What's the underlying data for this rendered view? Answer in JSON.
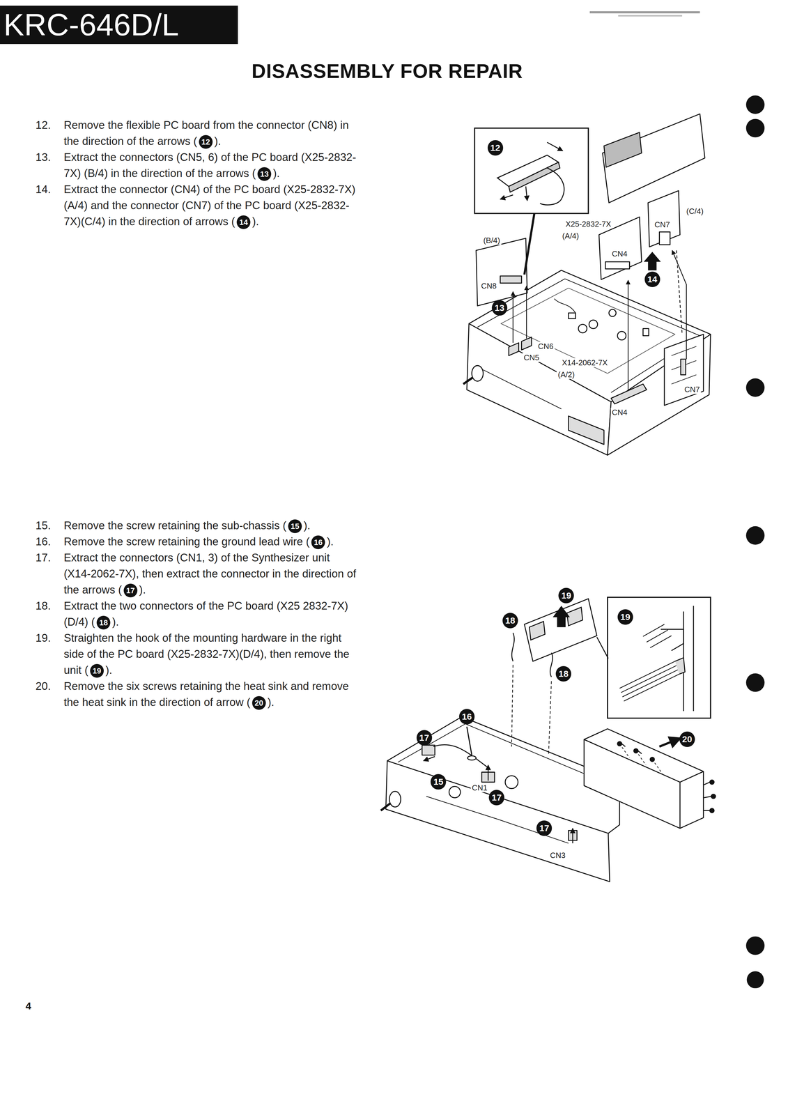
{
  "diagram": {
    "title": "DISASSEMBLY FOR REPAIR",
    "nodes": [
      {
        "text": [
          "KRC-646D/L"
        ]
      }
    ],
    "labels": [
      "12.",
      "Remove the flexible PC board from the connector (CN8) in the direction of the arrows (",
      "12",
      ").",
      "13.",
      "Extract the connectors (CN5, 6) of the PC board (X25-2832-7X) (B/4) in the direction of the arrows (",
      "13",
      ").",
      "14.",
      "Extract the connector (CN4) of the PC board (X25-2832-7X)(A/4) and the connector (CN7) of the PC board (X25-2832-7X)(C/4) in the direction of arrows (",
      "14",
      ").",
      "15.",
      "Remove the screw retaining the sub-chassis (",
      "15",
      ").",
      "16.",
      "Remove the screw retaining the ground lead wire (",
      "16",
      ").",
      "17.",
      "Extract the connectors (CN1, 3) of the Synthesizer unit (X14-2062-7X), then extract the connector in the direction of the arrows (",
      "17",
      ").",
      "18.",
      "Extract the two connectors of the PC board (X25 2832-7X)(D/4) (",
      "18",
      ").",
      "19.",
      "Straighten the hook of the mounting hardware in the right side of the PC board (X25-2832-7X)(D/4), then remove the unit (",
      "19",
      ").",
      "20.",
      "Remove the six screws retaining the heat sink and remove the heat sink in the direction of arrow (",
      "20",
      ").",
      "12",
      "X25-2832-7X",
      "(A/4)",
      "(C/4)",
      "CN7",
      "(B/4)",
      "CN4",
      "14",
      "CN8",
      "13",
      "CN6",
      "CN5",
      "X14-2062-7X",
      "(A/2)",
      "CN7",
      "CN4",
      "19",
      "18",
      "19",
      "18",
      "16",
      "17",
      "20",
      "15",
      "CN1",
      "17",
      "17",
      "CN3",
      "4"
    ]
  }
}
